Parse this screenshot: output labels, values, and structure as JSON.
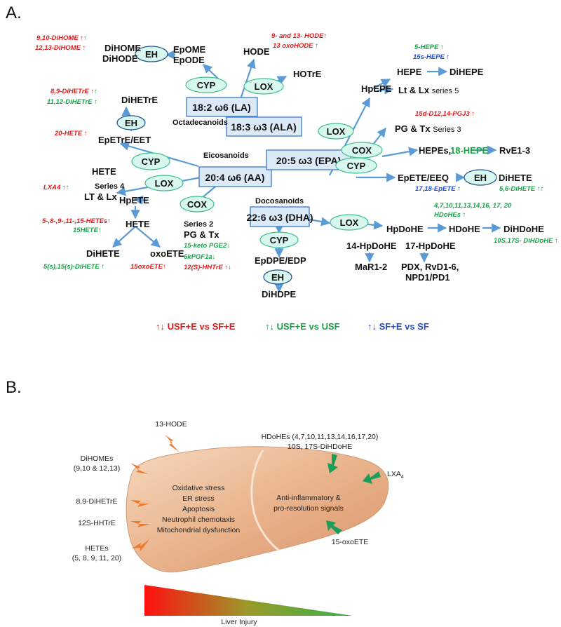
{
  "panel_a": {
    "label": "A.",
    "groups": {
      "octadecanoids": "Octadecanoids",
      "eicosanoids": "Eicosanoids",
      "docosanoids": "Docosanoids"
    },
    "substrates": {
      "la": "18:2 ω6 (LA)",
      "ala": "18:3 ω3 (ALA)",
      "aa": "20:4 ω6 (AA)",
      "epa": "20:5 ω3 (EPA)",
      "dha": "22:6 ω3 (DHA)"
    },
    "enzymes": {
      "eh": "EH",
      "cyp": "CYP",
      "lox": "LOX",
      "cox": "COX"
    },
    "nodes": {
      "dihome": "DiHOME",
      "dihode": "DiHODE",
      "epome": "EpOME",
      "epode": "EpODE",
      "hode": "HODE",
      "hotre": "HOTrE",
      "hpepe": "HpEPE",
      "hepe": "HEPE",
      "dihepe": "DiHEPE",
      "lt_lx5": "Lt & Lx",
      "series5": "series 5",
      "pg_tx3": "PG & Tx",
      "series3": "Series 3",
      "hepes": "HEPEs,",
      "hepe18": "18-HEPE",
      "rve": "RvE1-3",
      "epete": "EpETE/EEQ",
      "dihete_epa": "DiHETE",
      "dihetre": "DiHETrE",
      "epetre": "EpETrE/EET",
      "hete_cyp": "HETE",
      "series4": "Series 4",
      "lt_lx": "LT & Lx",
      "hpete": "HpETE",
      "hete": "HETE",
      "dihete": "DiHETE",
      "oxoete": "oxoETE",
      "series2": "Series 2",
      "pg_tx2": "PG & Tx",
      "hpdohe": "HpDoHE",
      "hdohe": "HDoHE",
      "dihdohe": "DiHDoHE",
      "hpdohe14": "14-HpDoHE",
      "hpdohe17": "17-HpDoHE",
      "mar": "MaR1-2",
      "pdx": "PDX, RvD1-6,",
      "npd": "NPD1/PD1",
      "epdpe": "EpDPE/EDP",
      "dihdpe": "DiHDPE"
    },
    "annotations": {
      "dihome910": "9,10-DiHOME",
      "dihome1213": "12,13-DiHOME",
      "hode913": "9- and 13- HODE",
      "oxohode": "13 oxoHODE",
      "hepe5": "5-HEPE",
      "hepe15s": "15s-HEPE",
      "pgj3": "15d-D12,14-PGJ3",
      "dihetre89": "8,9-DiHETrE",
      "dihetre1112": "11,12-DiHETrE",
      "hete20": "20-HETE",
      "lxa4": "LXA4",
      "hetes": "5-,8-,9-,11-,15-HETEs",
      "hete15": "15HETE",
      "dihete515": "5(s),15(s)-DiHETE",
      "oxoete15": "15oxoETE",
      "ketopge2": "15-keto PGE2",
      "pgf1a": "6kPGF1a",
      "hhtre": "12(S)-HHTrE",
      "epete1718": "17,18-EpETE",
      "dihete56": "5,6-DiHETE",
      "hdohes_idx": "4,7,10,11,13,14,16, 17, 20",
      "hdohes": "HDoHEs",
      "dihdohe": "10S,17S- DiHDoHE"
    },
    "legend": {
      "red": "USF+E vs SF+E",
      "green": "USF+E vs USF",
      "blue": "SF+E vs SF"
    },
    "colors": {
      "red": "#e31b1b",
      "green": "#1aa14a",
      "blue": "#1f4fd0",
      "arrow": "#5b9bd5",
      "box_fill": "#dce9f7",
      "ellipse_fill": "#d8f7ef"
    }
  },
  "panel_b": {
    "label": "B.",
    "injury_mediators": [
      "13-HODE",
      "DiHOMEs",
      "(9,10 & 12,13)",
      "8,9-DiHETrE",
      "12S-HHTrE",
      "HETEs",
      "(5, 8, 9, 11, 20)"
    ],
    "protective_mediators": [
      "HDoHEs (4,7,10,11,13,14,16,17,20)",
      "10S, 17S-DiHDoHE",
      "LXA",
      "4",
      "15-oxoETE"
    ],
    "left_lobe_text": [
      "Oxidative stress",
      "ER stress",
      "Apoptosis",
      "Neutrophil chemotaxis",
      "Mitochondrial dysfunction"
    ],
    "right_lobe_text": [
      "Anti-inflammatory &",
      "pro-resolution signals"
    ],
    "axis_label": "Liver Injury",
    "colors": {
      "bolt": "#f07a2c",
      "arrow": "#1b9e5a",
      "liver": "#e9b48c"
    }
  }
}
